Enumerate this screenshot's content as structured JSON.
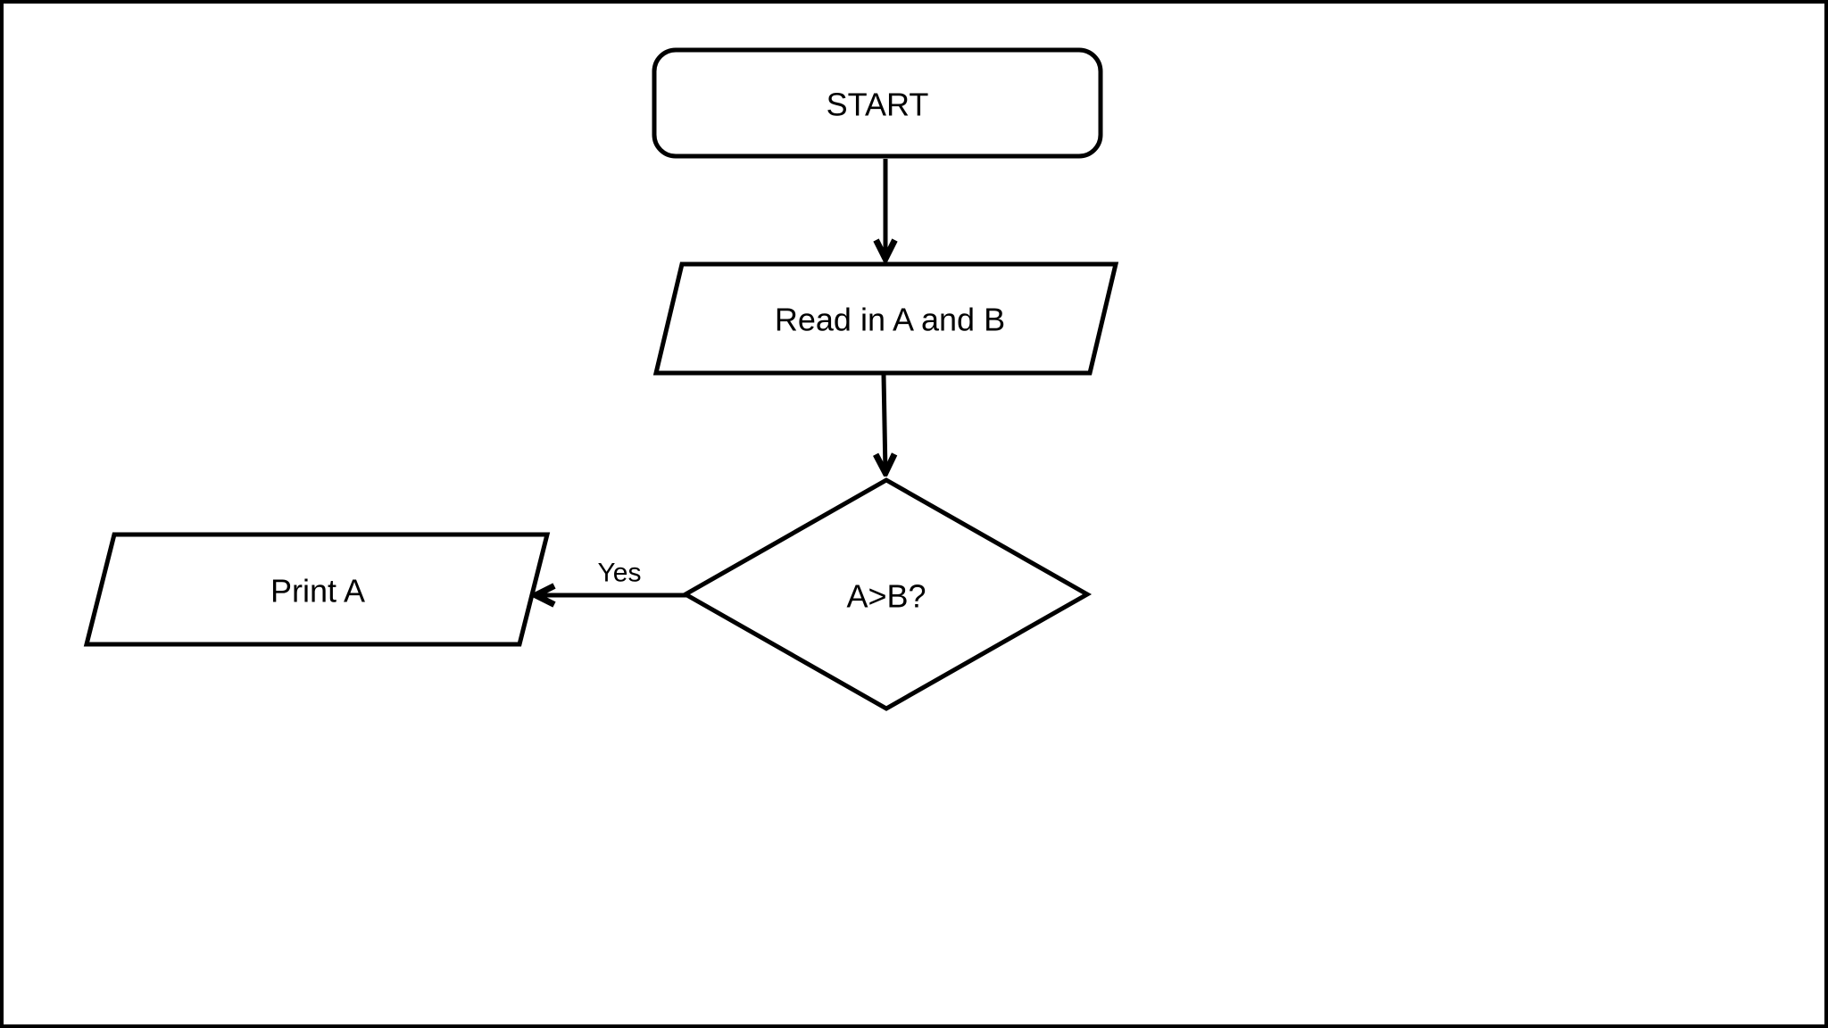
{
  "page": {
    "background_color": "#ffffff",
    "border_color": "#000000"
  },
  "flowchart": {
    "stroke_color": "#000000",
    "text_color": "#000000",
    "nodes": [
      {
        "id": "start",
        "shape": "rounded-rectangle",
        "role": "terminator",
        "label": "START"
      },
      {
        "id": "read-input",
        "shape": "parallelogram",
        "role": "input-output",
        "label": "Read in A and B"
      },
      {
        "id": "decision",
        "shape": "diamond",
        "role": "decision",
        "label": "A>B?"
      },
      {
        "id": "print-a",
        "shape": "parallelogram",
        "role": "input-output",
        "label": "Print A"
      }
    ],
    "edges": [
      {
        "id": "start-to-read",
        "from": "start",
        "to": "read-input",
        "label": ""
      },
      {
        "id": "read-to-decision",
        "from": "read-input",
        "to": "decision",
        "label": ""
      },
      {
        "id": "decision-to-print",
        "from": "decision",
        "to": "print-a",
        "label": "Yes"
      }
    ]
  }
}
